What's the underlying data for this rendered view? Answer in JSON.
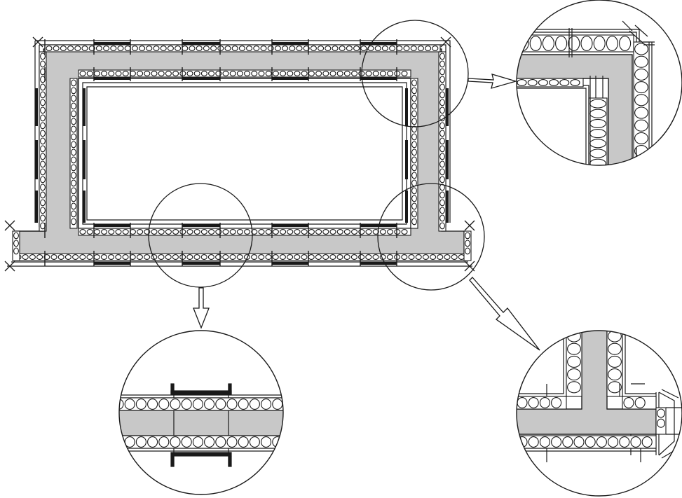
{
  "diagram": {
    "kind": "formwork-plan",
    "colors": {
      "background": "#ffffff",
      "line": "#1a1a1a",
      "concrete": "#c8c8c8",
      "panel": "#ffffff"
    },
    "parts": [
      {
        "id": "plan",
        "shape": "rectangular-wall-with-side-stubs"
      },
      {
        "id": "detail-corner",
        "shape": "outer-corner"
      },
      {
        "id": "detail-wall",
        "shape": "straight-wall-joint"
      },
      {
        "id": "detail-tee",
        "shape": "tee-junction"
      }
    ],
    "callouts": [
      {
        "from": "plan",
        "to": "detail-corner"
      },
      {
        "from": "plan",
        "to": "detail-wall"
      },
      {
        "from": "plan",
        "to": "detail-tee"
      }
    ]
  }
}
